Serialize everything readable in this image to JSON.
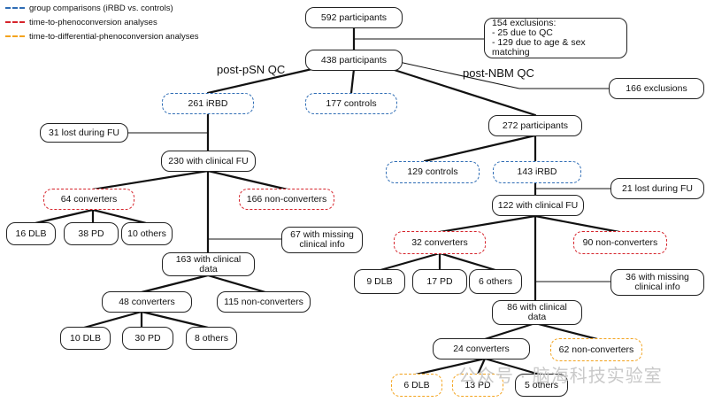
{
  "legend": [
    {
      "label": "group comparisons (iRBD vs. controls)",
      "color": "#2f6db5"
    },
    {
      "label": "time-to-phenoconversion analyses",
      "color": "#d6232b"
    },
    {
      "label": "time-to-differential-phenoconversion analyses",
      "color": "#f3a31d"
    }
  ],
  "branches": {
    "left": "post-pSN QC",
    "right": "post-NBM QC"
  },
  "nodes": {
    "participants_592": "592 participants",
    "exclusions_154": "154 exclusions:\n- 25 due to QC\n- 129 due to age & sex matching",
    "participants_438": "438 participants",
    "left": {
      "irbd": "261 iRBD",
      "controls": "177 controls",
      "lost_fu": "31 lost during FU",
      "clinical_fu": "230 with clinical FU",
      "converters": "64 converters",
      "non_converters": "166 non-converters",
      "dlb": "16 DLB",
      "pd": "38 PD",
      "others": "10 others",
      "missing": "67 with missing\nclinical info",
      "clinical_data": "163 with clinical\ndata",
      "converters2": "48 converters",
      "non_converters2": "115 non-converters",
      "dlb2": "10 DLB",
      "pd2": "30 PD",
      "others2": "8 others"
    },
    "right": {
      "exclusions": "166 exclusions",
      "participants": "272 participants",
      "controls": "129 controls",
      "irbd": "143 iRBD",
      "lost_fu": "21 lost during FU",
      "clinical_fu": "122 with clinical FU",
      "converters": "32 converters",
      "non_converters": "90 non-converters",
      "dlb": "9 DLB",
      "pd": "17 PD",
      "others": "6 others",
      "missing": "36 with missing\nclinical info",
      "clinical_data": "86 with clinical\ndata",
      "converters2": "24 converters",
      "non_converters2": "62 non-converters",
      "dlb2": "6 DLB",
      "pd2": "13 PD",
      "others2": "5 others"
    }
  },
  "watermark": "公众号 · 脑海科技实验室"
}
